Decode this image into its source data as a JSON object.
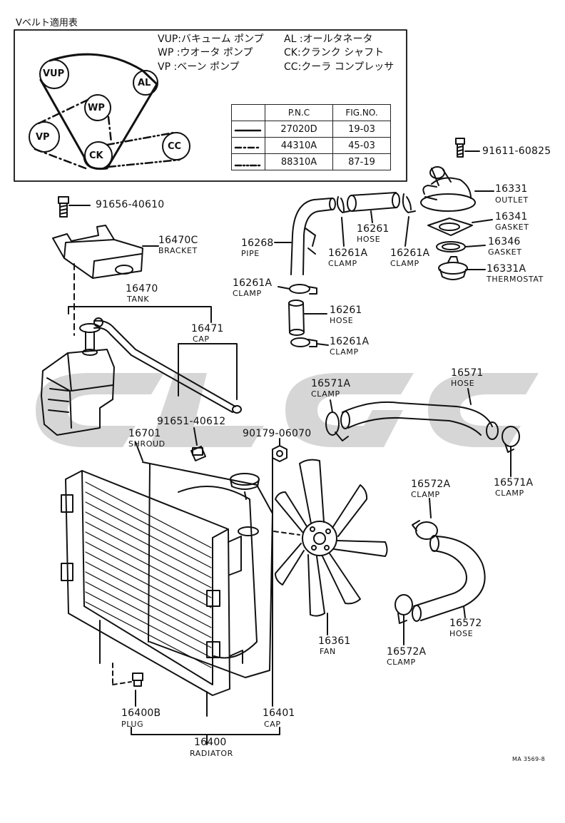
{
  "header": {
    "title": "Vベルト適用表"
  },
  "legend": [
    {
      "key": "VUP",
      "desc": "バキューム ポンプ"
    },
    {
      "key": "WP",
      "desc": "ウオータ ポンプ"
    },
    {
      "key": "VP",
      "desc": "ベーン ポンプ"
    },
    {
      "key": "AL",
      "desc": "オールタネータ"
    },
    {
      "key": "CK",
      "desc": "クランク シャフト"
    },
    {
      "key": "CC",
      "desc": "クーラ コンプレッサ"
    }
  ],
  "pulleys": [
    "VUP",
    "AL",
    "WP",
    "VP",
    "CK",
    "CC"
  ],
  "belt_table": {
    "headers": [
      "P.N.C",
      "FIG.NO."
    ],
    "rows": [
      {
        "line": "solid",
        "pnc": "27020D",
        "fig": "19-03"
      },
      {
        "line": "dash-dot",
        "pnc": "44310A",
        "fig": "45-03"
      },
      {
        "line": "dash-dot-dot",
        "pnc": "88310A",
        "fig": "87-19"
      }
    ]
  },
  "parts": {
    "bolt_1": {
      "pn": "91611-60825"
    },
    "outlet": {
      "pn": "16331",
      "name": "OUTLET"
    },
    "gasket_1": {
      "pn": "16341",
      "name": "GASKET"
    },
    "gasket_2": {
      "pn": "16346",
      "name": "GASKET"
    },
    "thermostat": {
      "pn": "16331A",
      "name": "THERMOSTAT"
    },
    "bolt_2": {
      "pn": "91656-40610"
    },
    "bracket": {
      "pn": "16470C",
      "name": "BRACKET"
    },
    "pipe": {
      "pn": "16268",
      "name": "PIPE"
    },
    "hose_top": {
      "pn": "16261",
      "name": "HOSE"
    },
    "clamp_a": {
      "pn": "16261A",
      "name": "CLAMP"
    },
    "clamp_b": {
      "pn": "16261A",
      "name": "CLAMP"
    },
    "clamp_c": {
      "pn": "16261A",
      "name": "CLAMP"
    },
    "hose_mid": {
      "pn": "16261",
      "name": "HOSE"
    },
    "clamp_d": {
      "pn": "16261A",
      "name": "CLAMP"
    },
    "tank": {
      "pn": "16470",
      "name": "TANK"
    },
    "cap_tank": {
      "pn": "16471",
      "name": "CAP"
    },
    "upper_clamp_1": {
      "pn": "16571A",
      "name": "CLAMP"
    },
    "upper_hose": {
      "pn": "16571",
      "name": "HOSE"
    },
    "upper_clamp_2": {
      "pn": "16571A",
      "name": "CLAMP"
    },
    "bolt_3": {
      "pn": "91651-40612"
    },
    "nut": {
      "pn": "90179-06070"
    },
    "shroud": {
      "pn": "16701",
      "name": "SHROUD"
    },
    "lower_clamp_1": {
      "pn": "16572A",
      "name": "CLAMP"
    },
    "lower_hose": {
      "pn": "16572",
      "name": "HOSE"
    },
    "lower_clamp_2": {
      "pn": "16572A",
      "name": "CLAMP"
    },
    "fan": {
      "pn": "16361",
      "name": "FAN"
    },
    "plug": {
      "pn": "16400B",
      "name": "PLUG"
    },
    "cap_rad": {
      "pn": "16401",
      "name": "CAP"
    },
    "radiator": {
      "pn": "16400",
      "name": "RADIATOR"
    }
  },
  "footer": {
    "code": "MA 3569-8"
  },
  "colors": {
    "ink": "#111111",
    "watermark": "#d4d4d4"
  }
}
